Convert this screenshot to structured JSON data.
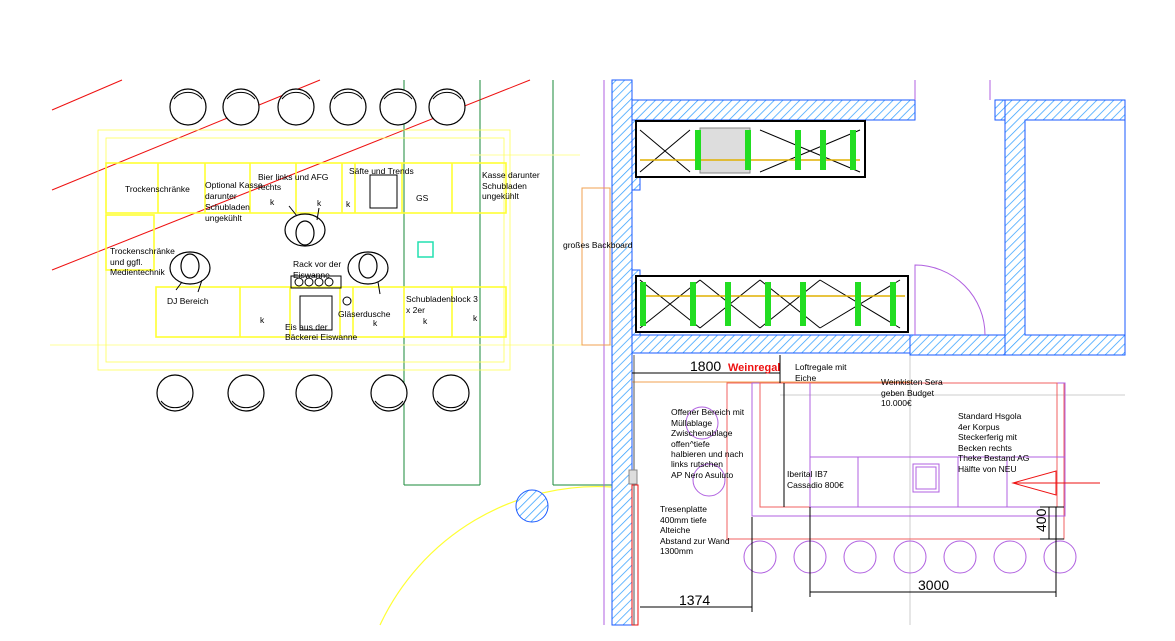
{
  "colors": {
    "wall": "#3399ff",
    "yellow": "#ffff33",
    "green": "#1a8a3a",
    "red": "#ee1111",
    "purple": "#b060e0",
    "orange": "#f0a050"
  },
  "left_plan": {
    "labels": {
      "trockenschraenke": "Trockenschränke",
      "optional_kasse": [
        "Optional Kasse",
        "darunter",
        "Schubladen",
        "ungekühlt"
      ],
      "bier": [
        "Bier links und AFG",
        "rechts"
      ],
      "saefte": "Säfte und Trends",
      "gs": "GS",
      "kasse": [
        "Kasse darunter",
        "Schubladen",
        "ungekühlt"
      ],
      "trocken_medien": [
        "Trockenschränke",
        "und ggfl.",
        "Medientechnik"
      ],
      "rack": [
        "Rack vor der",
        "Eiswanne"
      ],
      "dj": "DJ Bereich",
      "eis": [
        "Eis aus der",
        "Bäckerei Eiswanne"
      ],
      "glaeserdusche": "Gläserdusche",
      "schubladenblock": [
        "Schubladenblock 3",
        "x 2er"
      ],
      "k": "k"
    }
  },
  "right_plan": {
    "backboard": "großes Backboard",
    "weinregal": "Weinregal",
    "loftregale": [
      "Loftregale mit",
      "Eiche"
    ],
    "weinkisten": [
      "Weinkisten Sera",
      "geben Budget",
      "10.000€"
    ],
    "offener": [
      "Offener Bereich mit",
      "Müllablage",
      "Zwischenablage",
      "offen^tiefe",
      "halbieren und nach",
      "links rutschen",
      "AP Nero Asuluto"
    ],
    "iberital": [
      "Iberital IB7",
      "Cassadio 800€"
    ],
    "standard": [
      "Standard Hsgola",
      "4er Korpus",
      "Steckerferig mit",
      "Becken rechts",
      "Theke Bestand AG",
      "Hälfte von NEU"
    ],
    "tresen": [
      "Tresenplatte",
      "400mm tiefe",
      "Alteiche",
      "Abstand zur Wand",
      "1300mm"
    ],
    "dimensions": {
      "d1800": "1800",
      "d1374": "1374",
      "d3000": "3000",
      "d400": "400"
    }
  }
}
